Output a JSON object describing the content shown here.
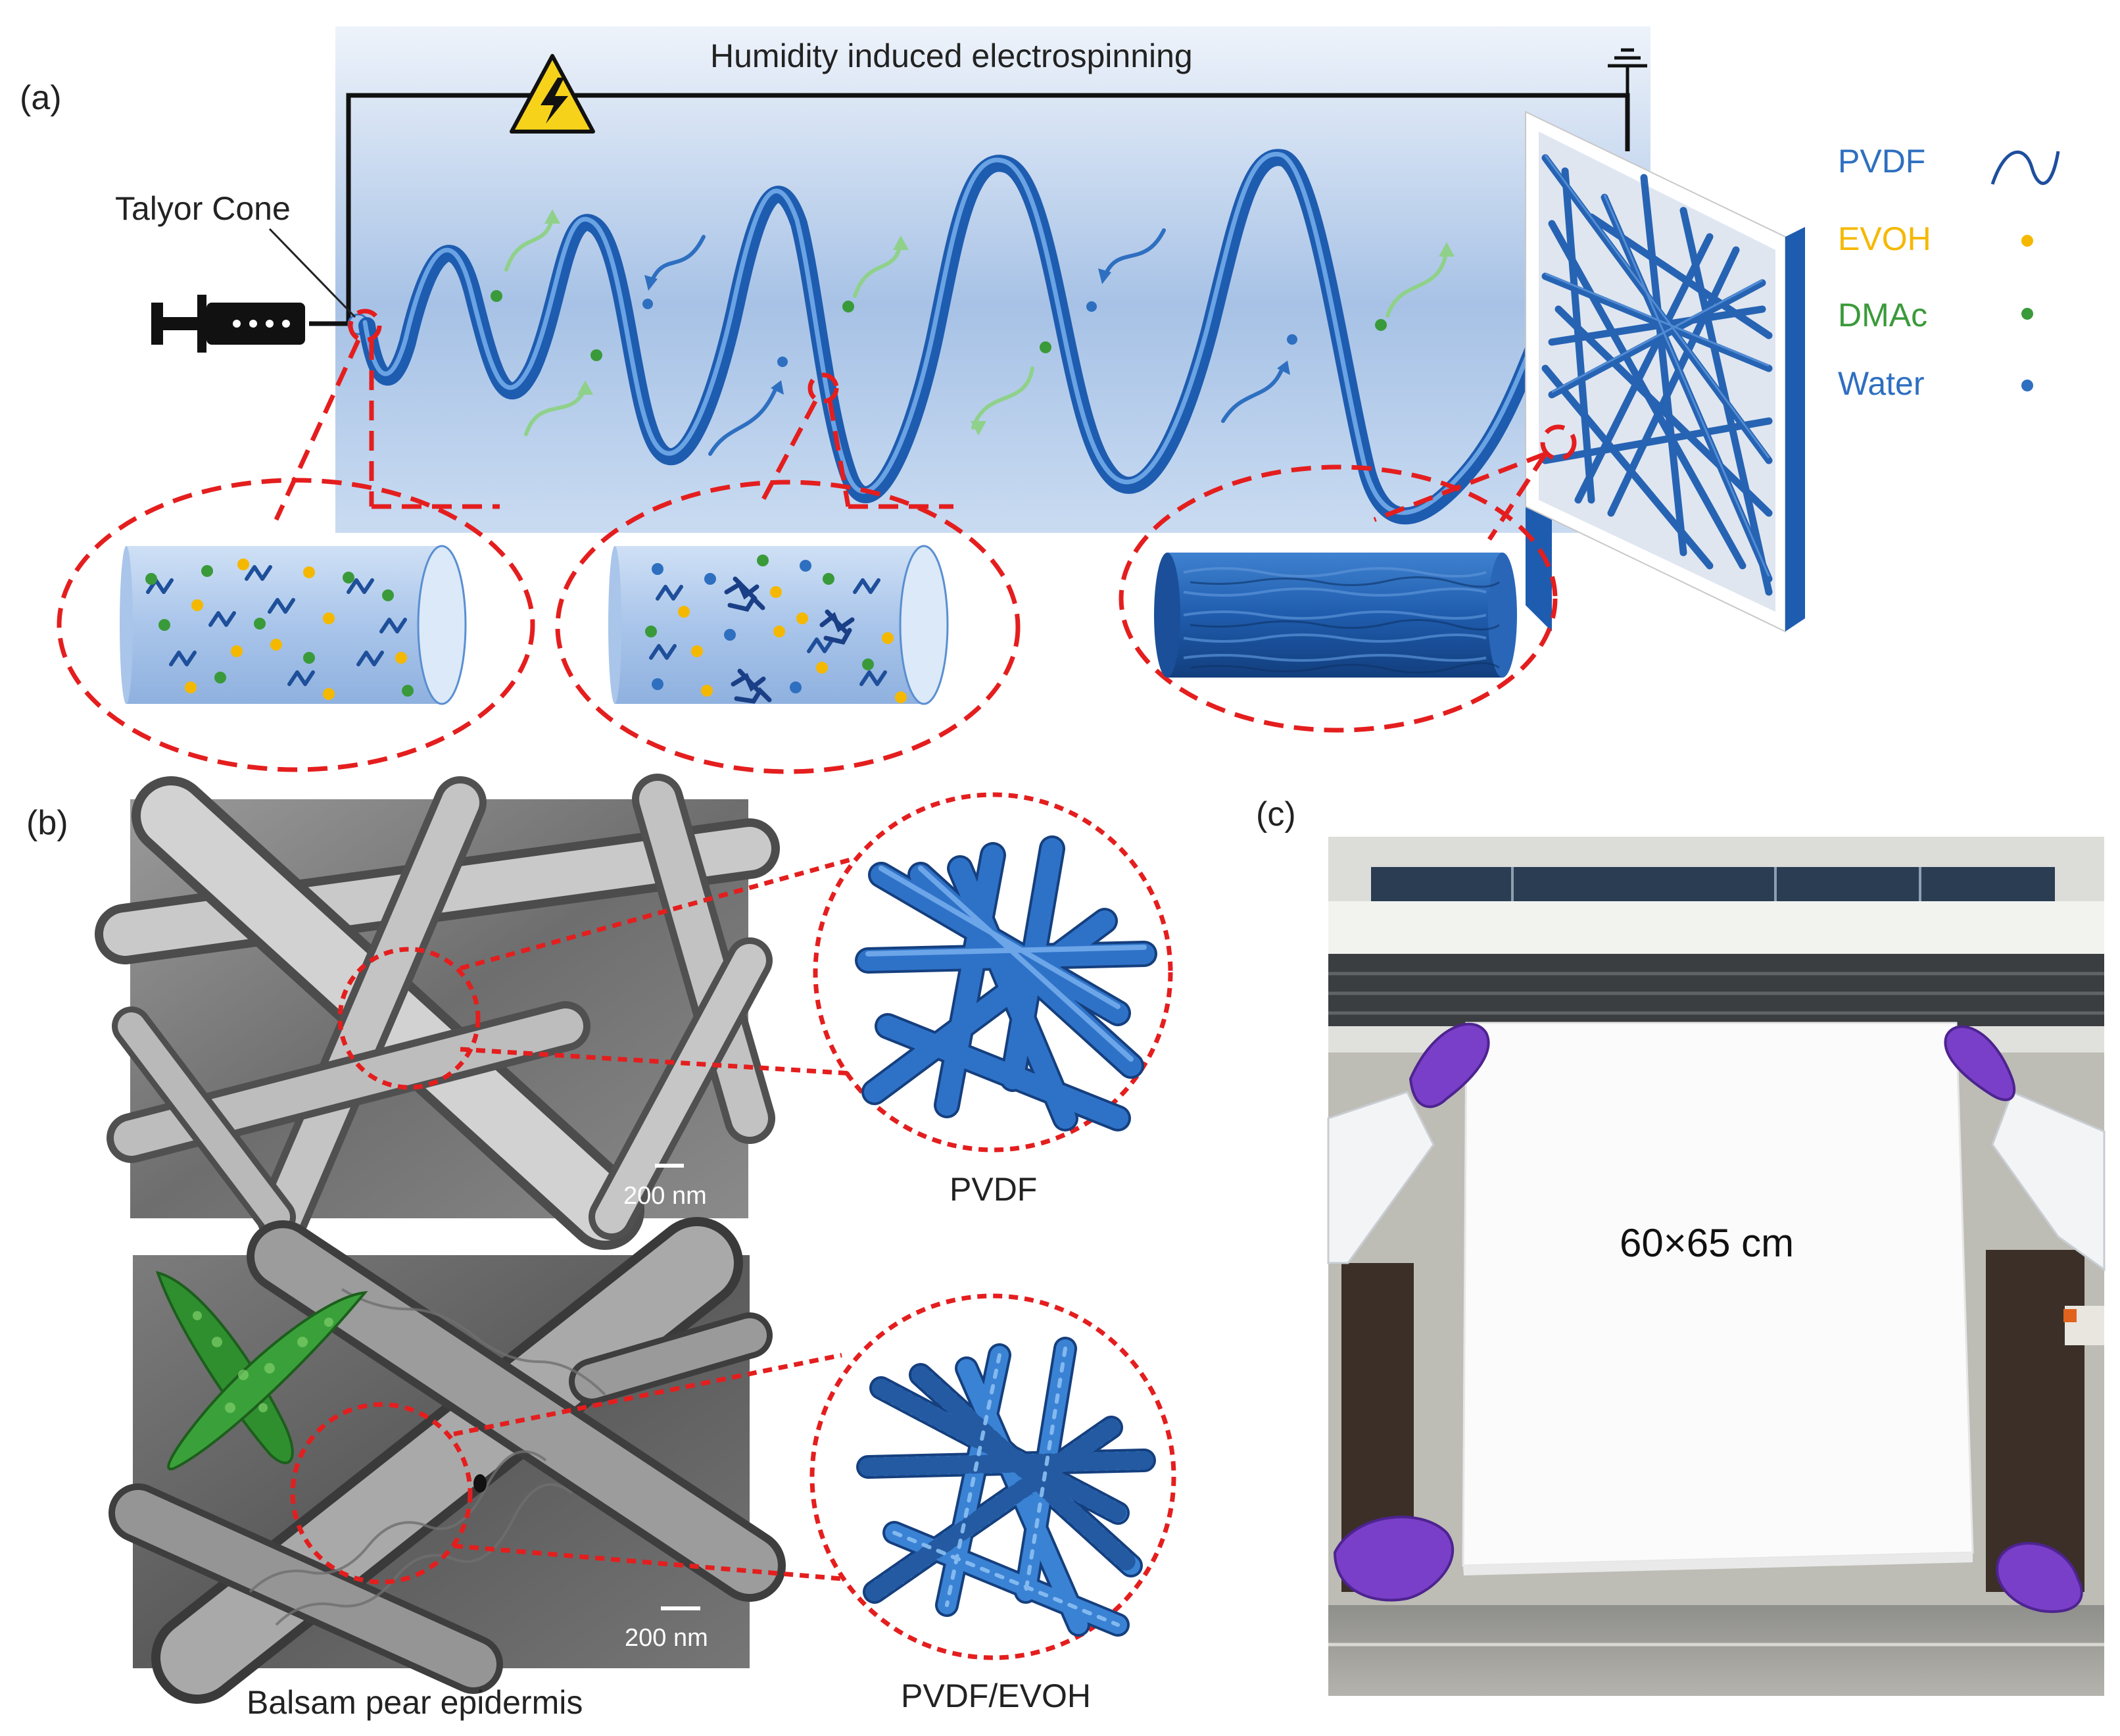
{
  "panel_a": {
    "label": "(a)",
    "title": "Humidity induced electrospinning",
    "taylor_cone_label": "Talyor Cone",
    "legend": [
      {
        "name": "PVDF",
        "color": "#2e6fc0",
        "symbol": "wave-icon"
      },
      {
        "name": "EVOH",
        "color": "#f5b800",
        "symbol": "dot-icon"
      },
      {
        "name": "DMAc",
        "color": "#3a9a3a",
        "symbol": "dot-icon"
      },
      {
        "name": "Water",
        "color": "#2e6fc0",
        "symbol": "dot-icon"
      }
    ]
  },
  "panel_b": {
    "label": "(b)",
    "scale_bar_top": "200 nm",
    "scale_bar_bottom": "200 nm",
    "caption_top": "PVDF",
    "caption_bottom": "PVDF/EVOH",
    "caption_left": "Balsam pear epidermis"
  },
  "panel_c": {
    "label": "(c)",
    "size_text": "60×65 cm"
  },
  "colors": {
    "fiber": "#2e6fc0",
    "fiber_dark": "#1b4f99",
    "dash_red": "#e41e1e",
    "dmac_green": "#3a9a3a",
    "evoh_yellow": "#f5b800",
    "glove_purple": "#7a3fc8"
  }
}
